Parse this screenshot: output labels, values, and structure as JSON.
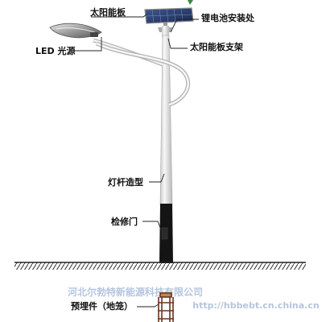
{
  "labels": {
    "solar_panel": "太阳能板",
    "lithium_battery": "锂电池安装处",
    "led_light": "LED 光源",
    "panel_bracket": "太阳能板支架",
    "pole_design": "灯杆造型",
    "access_door": "检修门",
    "embedded_part": "预埋件（地笼）"
  },
  "watermark": {
    "company": "河北尔勃特新能源科技有限公司",
    "url": "http://hbbebt.cn.china.cn"
  },
  "colors": {
    "pole_light": "#f2f2f2",
    "pole_shade": "#b8b8b8",
    "access_door": "#111111",
    "solar_cell": "#2b3f6e",
    "ground_hatch": "#333333",
    "cage": "#6b3420",
    "watermark": "#5b7fb8"
  }
}
